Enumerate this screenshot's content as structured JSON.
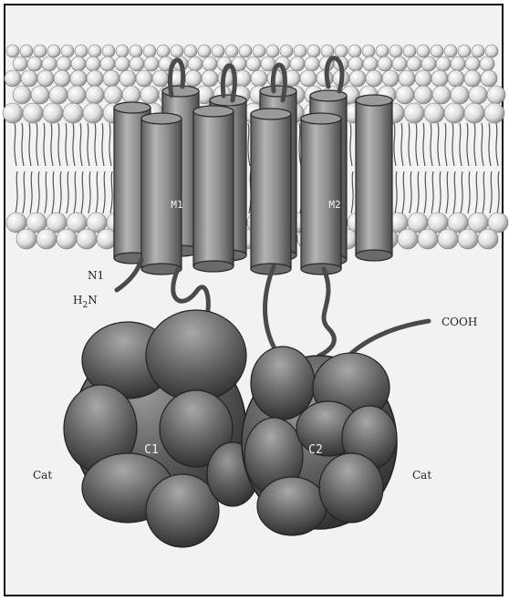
{
  "labels": {
    "m1": "M1",
    "m2": "M2",
    "n1": "N1",
    "h2n": "H",
    "h2n_sub": "2",
    "h2n_tail": "N",
    "cooh": "COOH",
    "c1": "C1",
    "c2": "C2",
    "cat_left": "Cat",
    "cat_right": "Cat"
  },
  "colors": {
    "lipid_head": "#e6e6e6",
    "helix": "#8a8a8a",
    "domain": "#5a5a5a",
    "background": "#f2f2f2"
  }
}
